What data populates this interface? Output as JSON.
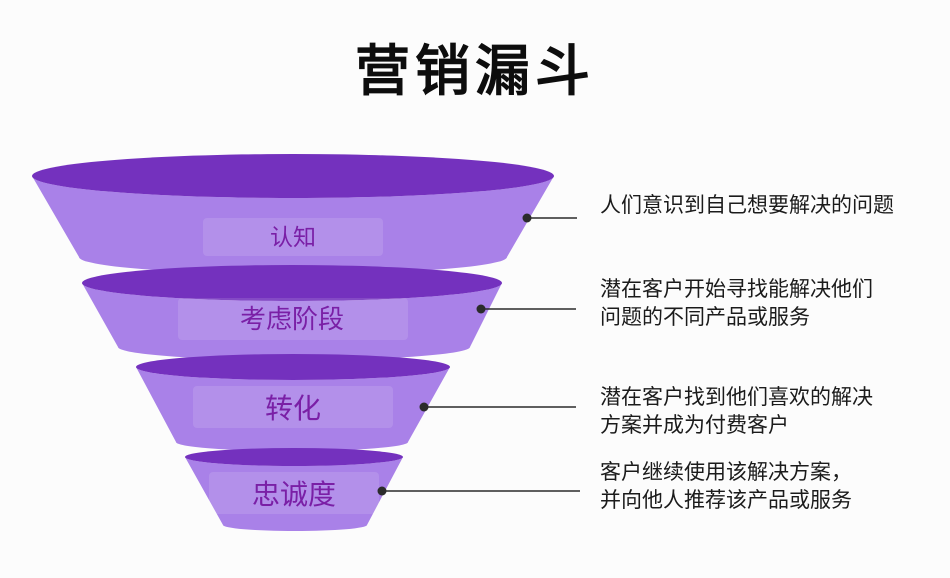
{
  "title": "营销漏斗",
  "funnel": {
    "levels": [
      {
        "label": "认知",
        "description_lines": [
          "人们意识到自己想要解决的问题"
        ]
      },
      {
        "label": "考虑阶段",
        "description_lines": [
          "潜在客户开始寻找能解决他们",
          "问题的不同产品或服务"
        ]
      },
      {
        "label": "转化",
        "description_lines": [
          "潜在客户找到他们喜欢的解决",
          "方案并成为付费客户"
        ]
      },
      {
        "label": "忠诚度",
        "description_lines": [
          "客户继续使用该解决方案，",
          "并向他人推荐该产品或服务"
        ]
      }
    ]
  },
  "colors": {
    "background": "#FCFCFC",
    "funnel_top": "#7431BE",
    "funnel_body": "#A981E8",
    "label_text": "#7A1FA6",
    "title_text": "#0D0D0D",
    "description_text": "#1B1B1B",
    "connector": "#2B2B2B"
  }
}
